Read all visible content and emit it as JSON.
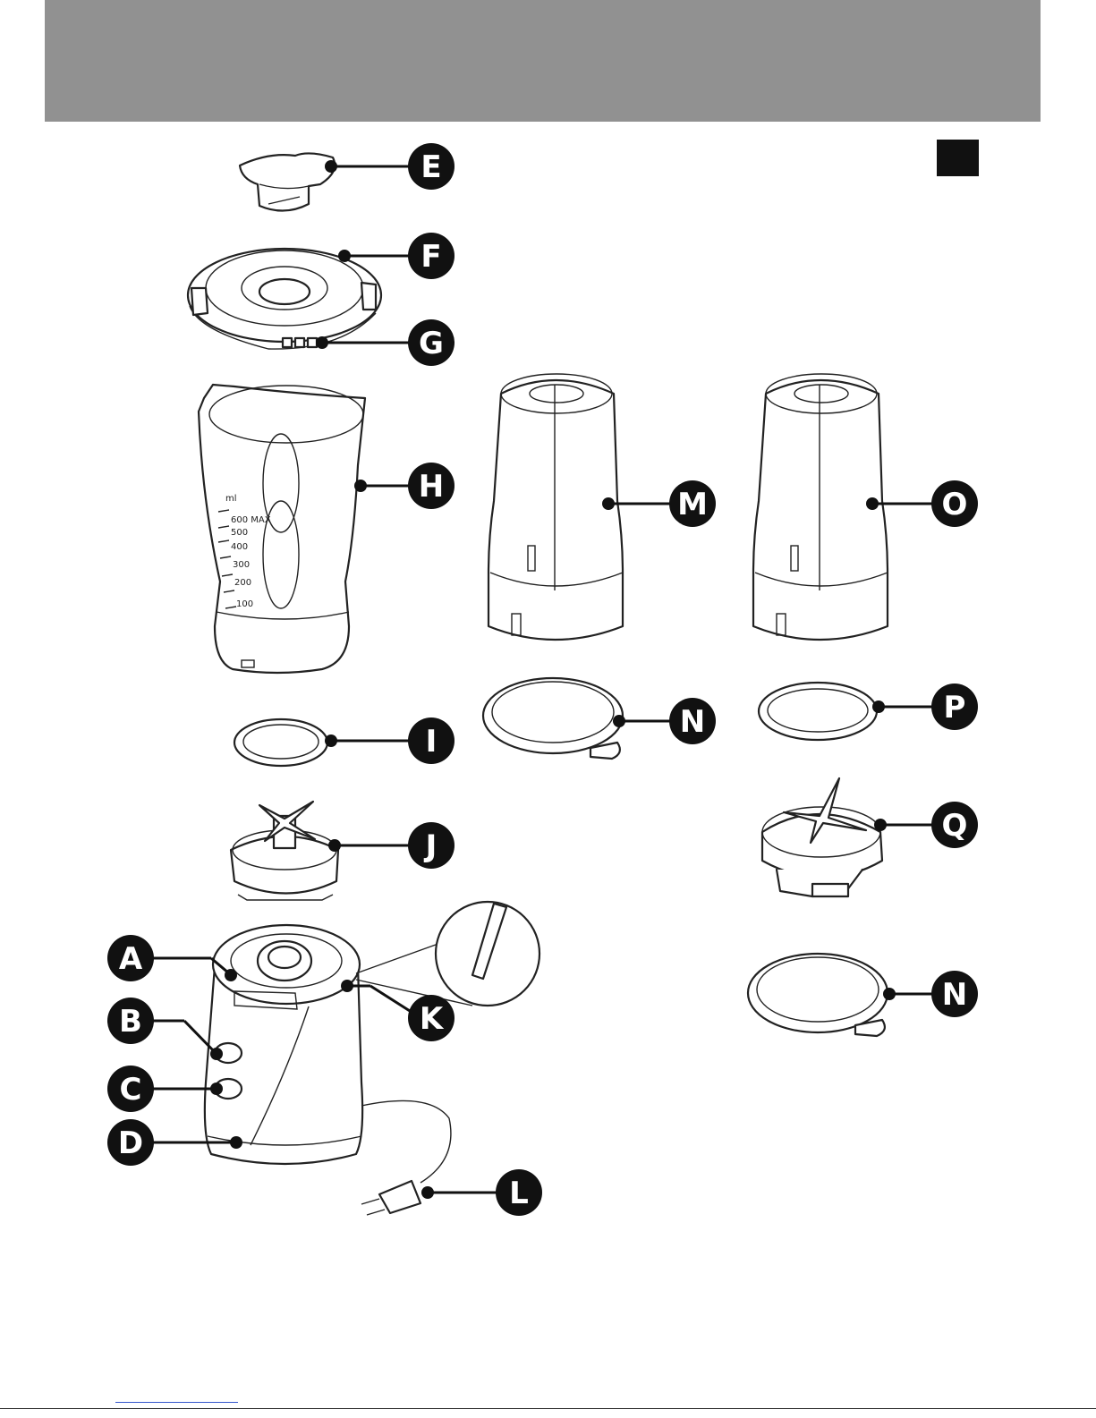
{
  "colors": {
    "header_band": "#919191",
    "ink": "#111111",
    "paper": "#ffffff"
  },
  "labels": {
    "A": "A",
    "B": "B",
    "C": "C",
    "D": "D",
    "E": "E",
    "F": "F",
    "G": "G",
    "H": "H",
    "I": "I",
    "J": "J",
    "K": "K",
    "L": "L",
    "M": "M",
    "N": "N",
    "O": "O",
    "P": "P",
    "Q": "Q"
  },
  "jug_scale": [
    "ml",
    "600 MAX",
    "500",
    "400",
    "300",
    "200",
    "100"
  ]
}
